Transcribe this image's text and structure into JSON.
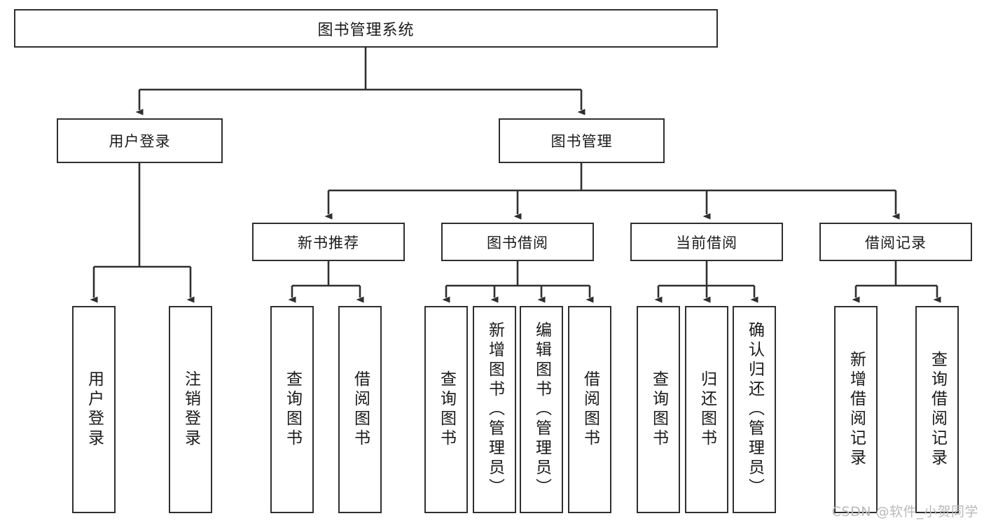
{
  "diagram": {
    "title": "图书管理系统",
    "type": "tree-hierarchy-chart",
    "watermark": "CSDN @软件_小贺同学",
    "colors": {
      "border": "#2f2f2f",
      "background": "#ffffff",
      "text": "#1a1a1a",
      "watermark": "#b9b9b9"
    },
    "levels": {
      "root": {
        "label": "图书管理系统"
      },
      "level2": [
        {
          "label": "用户登录"
        },
        {
          "label": "图书管理"
        }
      ],
      "level3": [
        {
          "label": "新书推荐"
        },
        {
          "label": "图书借阅"
        },
        {
          "label": "当前借阅"
        },
        {
          "label": "借阅记录"
        }
      ],
      "leaves": [
        {
          "label": "用户登录",
          "parent": "用户登录"
        },
        {
          "label": "注销登录",
          "parent": "用户登录"
        },
        {
          "label": "查询图书",
          "parent": "新书推荐"
        },
        {
          "label": "借阅图书",
          "parent": "新书推荐"
        },
        {
          "label": "查询图书",
          "parent": "图书借阅"
        },
        {
          "label": "新增图书（管理员）",
          "parent": "图书借阅"
        },
        {
          "label": "编辑图书（管理员）",
          "parent": "图书借阅"
        },
        {
          "label": "借阅图书",
          "parent": "图书借阅"
        },
        {
          "label": "查询图书",
          "parent": "当前借阅"
        },
        {
          "label": "归还图书",
          "parent": "当前借阅"
        },
        {
          "label": "确认归还（管理员）",
          "parent": "当前借阅"
        },
        {
          "label": "新增借阅记录",
          "parent": "借阅记录"
        },
        {
          "label": "查询借阅记录",
          "parent": "借阅记录"
        }
      ]
    }
  }
}
